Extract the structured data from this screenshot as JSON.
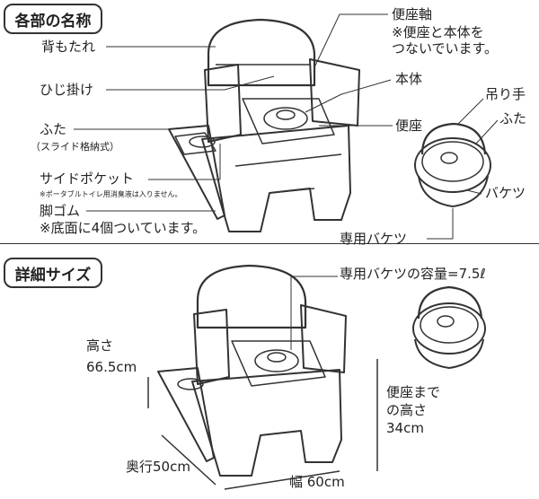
{
  "section_parts": {
    "title": "各部の名称",
    "labels": {
      "backrest": "背もたれ",
      "armrest": "ひじ掛け",
      "lid": "ふた",
      "lid_note": "（スライド格納式）",
      "side_pocket": "サイドポケット",
      "side_pocket_note": "※ポータブルトイレ用消臭液は入りません。",
      "rubber_feet": "脚ゴム",
      "rubber_feet_note": "※底面に4個ついています。",
      "seat_axis": "便座軸",
      "seat_axis_note_1": "※便座と本体を",
      "seat_axis_note_2": "つないでいます。",
      "body": "本体",
      "seat": "便座",
      "handle": "吊り手",
      "bucket_lid": "ふた",
      "bucket": "バケツ",
      "dedicated_bucket": "専用バケツ"
    }
  },
  "section_size": {
    "title": "詳細サイズ",
    "bucket_capacity": "専用バケツの容量=7.5ℓ",
    "height_label": "高さ",
    "height_value": "66.5cm",
    "seat_height_1": "便座まで",
    "seat_height_2": "の高さ",
    "seat_height_value": "34cm",
    "depth": "奥行50cm",
    "width": "幅 60cm"
  }
}
